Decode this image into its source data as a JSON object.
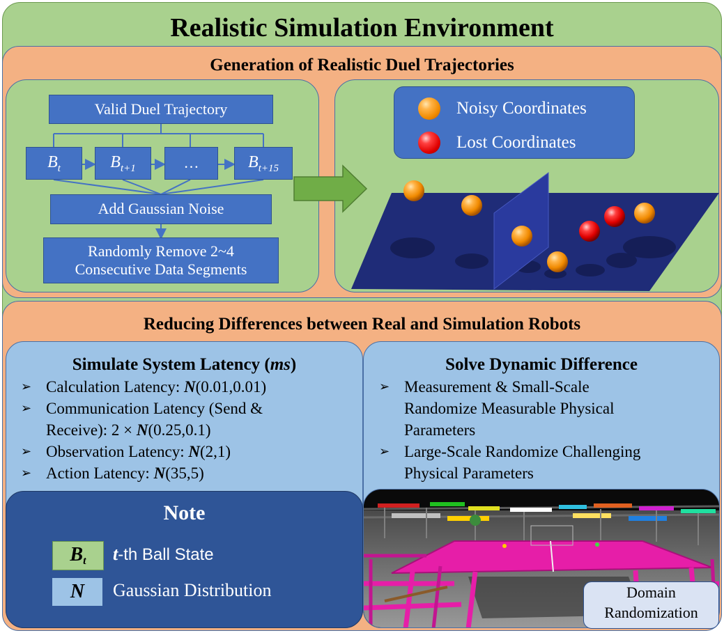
{
  "title": "Realistic Simulation Environment",
  "generation": {
    "title": "Generation of Realistic Duel Trajectories",
    "valid_duel": "Valid Duel Trajectory",
    "states": [
      {
        "base": "B",
        "sub": "t"
      },
      {
        "base": "B",
        "sub": "t+1"
      },
      {
        "base": "",
        "sub": "",
        "text": "…"
      },
      {
        "base": "B",
        "sub": "t+15"
      }
    ],
    "add_noise": "Add Gaussian Noise",
    "remove_line1": "Randomly Remove 2~4",
    "remove_line2": "Consecutive Data Segments",
    "legend_noisy": "Noisy Coordinates",
    "legend_lost": "Lost Coordinates"
  },
  "reducing": {
    "title": "Reducing Differences between Real and Simulation Robots",
    "latency": {
      "title_prefix": "Simulate System Latency (",
      "title_unit": "ms",
      "title_suffix": ")",
      "items": [
        {
          "prefix": "Calculation Latency: ",
          "n": "N",
          "args": "(0.01,0.01)"
        },
        {
          "prefix": "Communication Latency (Send &",
          "line2": "Receive): 2 × ",
          "n": "N",
          "args": "(0.25,0.1)"
        },
        {
          "prefix": "Observation Latency: ",
          "n": "N",
          "args": "(2,1)"
        },
        {
          "prefix": "Action Latency: ",
          "n": "N",
          "args": "(35,5)"
        }
      ]
    },
    "dynamic": {
      "title": "Solve Dynamic Difference",
      "items": [
        {
          "l1": "Measurement & Small-Scale",
          "l2": "Randomize Measurable Physical",
          "l3": "Parameters"
        },
        {
          "l1": "Large-Scale Randomize Challenging",
          "l2": "Physical Parameters"
        }
      ]
    },
    "domain_line1": "Domain",
    "domain_line2": "Randomization"
  },
  "note": {
    "title": "Note",
    "rows": [
      {
        "symbol_base": "B",
        "symbol_sub": "t",
        "label_italic": "t",
        "label_rest": "-th Ball State"
      },
      {
        "symbol_base": "N",
        "label": "Gaussian Distribution"
      }
    ]
  },
  "colors": {
    "green": "#a9d18e",
    "orange": "#f4b183",
    "blue_box": "#4472c4",
    "light_blue": "#9dc3e6",
    "dark_blue": "#2f5597",
    "table_magenta": "#e61ea8"
  }
}
